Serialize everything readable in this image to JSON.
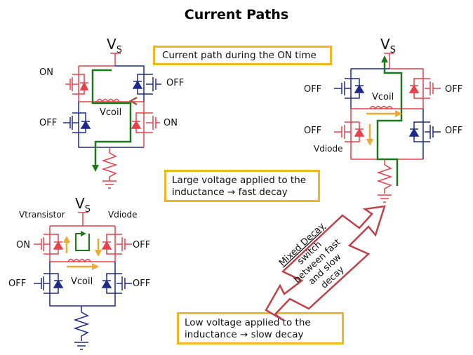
{
  "title": "Current Paths",
  "colors": {
    "high_side": "#e8404a",
    "low_side": "#1c2a8c",
    "current_path": "#1a7a1a",
    "decay_arrow": "#f0a830",
    "callout_border": "#f0b820",
    "mixed_arrow": "#c0404a",
    "inductor_arrow": "#b05848"
  },
  "callouts": {
    "on_time": "Current path during the ON time",
    "fast_decay": [
      "Large voltage applied to the",
      "inductance → fast decay"
    ],
    "slow_decay": [
      "Low voltage applied  to the",
      "inductance → slow decay"
    ]
  },
  "mixed_decay": {
    "heading": "Mixed Decay",
    "lines": [
      "switch",
      "between fast",
      "and slow",
      "decay"
    ]
  },
  "circuits": {
    "on_time": {
      "supply": "V",
      "supply_sub": "S",
      "coil_label": "Vcoil",
      "switches": {
        "top_left": "ON",
        "top_right": "OFF",
        "bottom_left": "OFF",
        "bottom_right": "ON"
      }
    },
    "fast_decay": {
      "supply": "V",
      "supply_sub": "S",
      "coil_label": "Vcoil",
      "diode_label": "Vdiode",
      "switches": {
        "top_left": "OFF",
        "top_right": "OFF",
        "bottom_left": "OFF",
        "bottom_right": "OFF"
      }
    },
    "slow_decay": {
      "supply": "V",
      "supply_sub": "S",
      "coil_label": "Vcoil",
      "transistor_label": "Vtransistor",
      "diode_label": "Vdiode",
      "switches": {
        "top_left": "ON",
        "top_right": "OFF",
        "bottom_left": "OFF",
        "bottom_right": "OFF"
      }
    }
  }
}
